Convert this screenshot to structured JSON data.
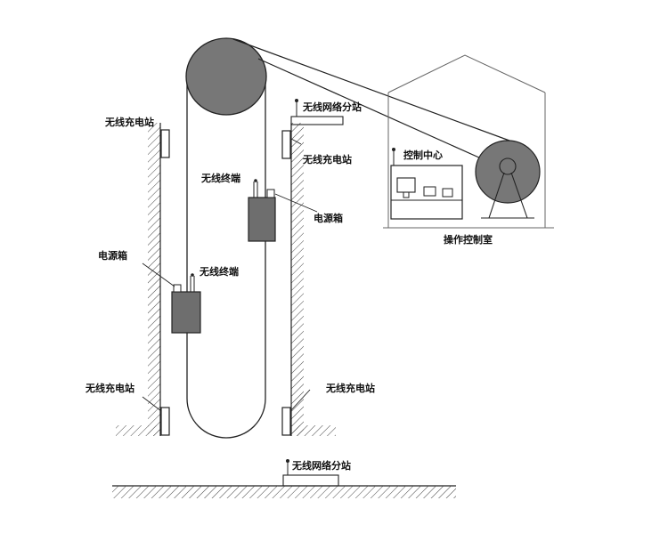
{
  "labels": {
    "charging_station": "无线充电站",
    "network_substation": "无线网络分站",
    "power_box": "电源箱",
    "wireless_terminal": "无线终端",
    "control_center": "控制中心",
    "operation_room": "操作控制室"
  },
  "colors": {
    "line": "#222222",
    "drum_fill": "#777777",
    "box_fill": "#6e6e6e",
    "background": "#ffffff"
  }
}
